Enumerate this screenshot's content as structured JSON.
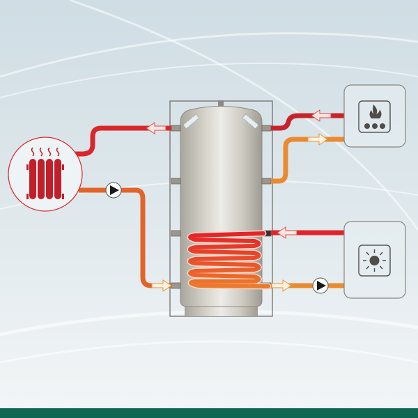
{
  "diagram": {
    "components": [
      {
        "id": "radiator",
        "icon": "radiator-icon"
      },
      {
        "id": "buffer-tank",
        "icon": "tank-icon"
      },
      {
        "id": "boiler",
        "icon": "flame-icon"
      },
      {
        "id": "solar-collector",
        "icon": "sun-icon"
      },
      {
        "id": "heating-pump",
        "icon": "pump-icon"
      },
      {
        "id": "solar-pump",
        "icon": "pump-icon"
      }
    ],
    "colors": {
      "hot": "#d9262b",
      "warm": "#e8732a",
      "return": "#ea8a2e",
      "tank": "#c9c6bd",
      "frame": "#6b665e",
      "footer": "#0f6653"
    }
  }
}
